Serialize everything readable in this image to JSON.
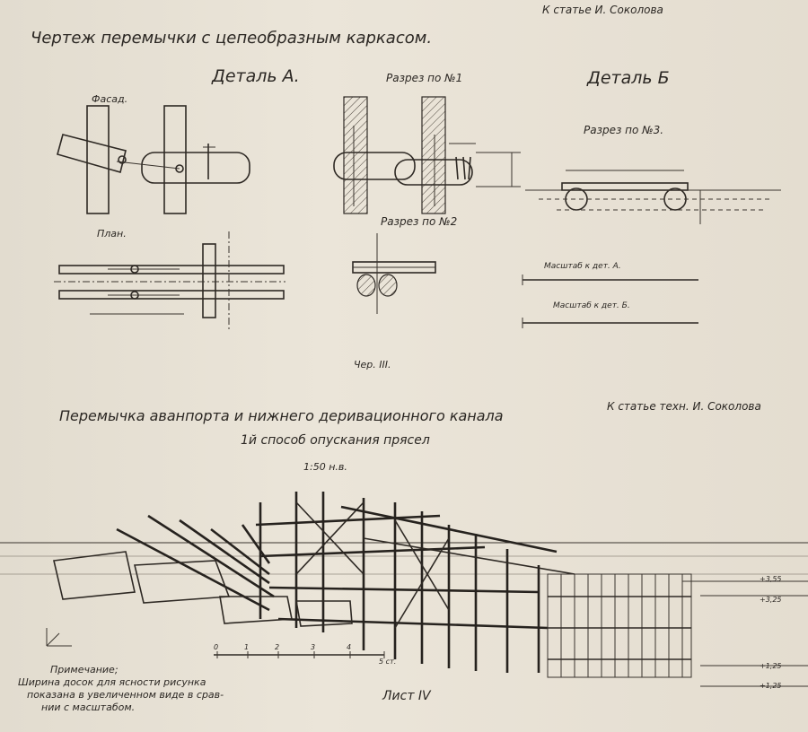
{
  "sheet3": {
    "ref": "К статье И. Соколова",
    "title": "Чертеж перемычки с цепеобразным каркасом.",
    "detail_a": "Деталь А.",
    "detail_b": "Деталь Б",
    "facade": "Фасад.",
    "section1": "Разрез по №1",
    "section2": "Разрез по №2",
    "section3": "Разрез по №3.",
    "plan": "План.",
    "scale_a": "Масштаб к дет. А.",
    "scale_b": "Масштаб к дет. Б.",
    "sheet_no": "Чер. III."
  },
  "sheet4": {
    "ref": "К статье техн. И. Соколова",
    "title": "Перемычка аванпорта и нижнего деривационного канала",
    "subtitle": "1й способ опускания прясел",
    "scale": "1:50 н.в.",
    "note_title": "Примечание;",
    "note_lines": [
      "Ширина досок для ясности рисунка",
      "показана в увеличенном виде в срав-",
      "нии с масштабом."
    ],
    "sheet_no": "Лист IV",
    "scale_ticks": [
      "0",
      "1",
      "2",
      "3",
      "4",
      "5 ст."
    ],
    "levels": [
      "+3,55",
      "+3,25",
      "+1,25",
      "+1,25"
    ]
  }
}
